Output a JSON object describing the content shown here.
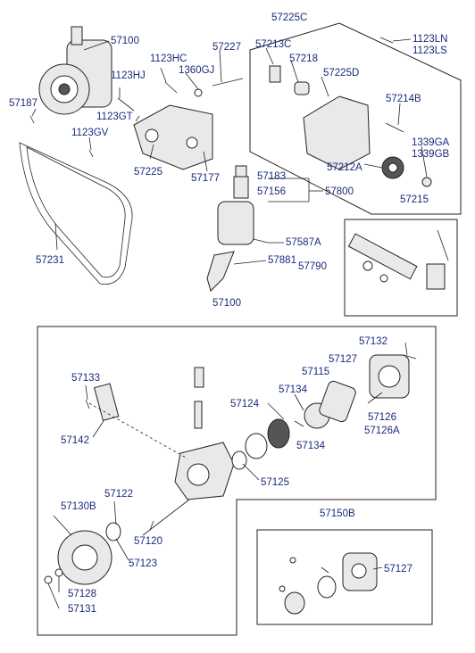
{
  "labels": {
    "l57225C": "57225C",
    "l57100top": "57100",
    "l57213C": "57213C",
    "l1123LN": "1123LN",
    "l1123LS": "1123LS",
    "l1123HC": "1123HC",
    "l57227": "57227",
    "l57218": "57218",
    "l57225D": "57225D",
    "l1360GJ": "1360GJ",
    "l1123HJ": "1123HJ",
    "l57187": "57187",
    "l1123GT": "1123GT",
    "l57214B": "57214B",
    "l1123GV": "1123GV",
    "l1339GA": "1339GA",
    "l1339GB": "1339GB",
    "l57212A": "57212A",
    "l57225": "57225",
    "l57177": "57177",
    "l57183": "57183",
    "l57156": "57156",
    "l57800": "57800",
    "l57215": "57215",
    "l57231": "57231",
    "l57587A": "57587A",
    "l57881": "57881",
    "l57790": "57790",
    "l57100mid": "57100",
    "l57132": "57132",
    "l57133": "57133",
    "l57127a": "57127",
    "l57115": "57115",
    "l57134a": "57134",
    "l57124": "57124",
    "l57126": "57126",
    "l57126A": "57126A",
    "l57142": "57142",
    "l57134b": "57134",
    "l57125": "57125",
    "l57122": "57122",
    "l57130B": "57130B",
    "l57150B": "57150B",
    "l57120": "57120",
    "l57123": "57123",
    "l57127b": "57127",
    "l57128": "57128",
    "l57131": "57131"
  },
  "colors": {
    "label_text": "#1a2a7a",
    "line": "#222222"
  }
}
